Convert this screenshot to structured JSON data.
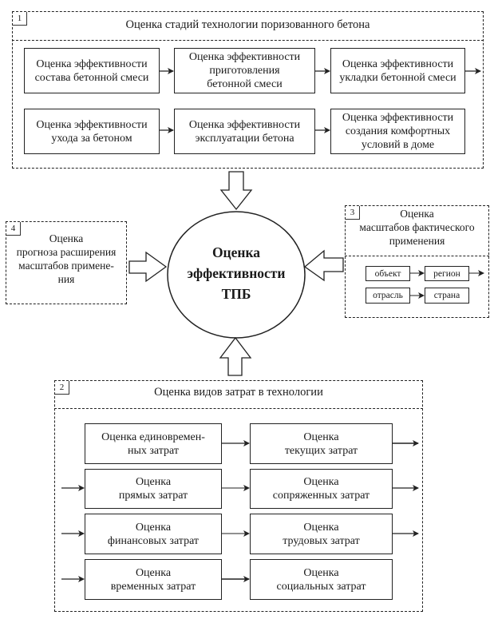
{
  "block1": {
    "number": "1",
    "title": "Оценка стадий технологии поризованного бетона",
    "row1": [
      "Оценка эффективности\nсостава бетонной смеси",
      "Оценка эффективности\nприготовления\nбетонной смеси",
      "Оценка эффективности\nукладки бетонной смеси"
    ],
    "row2": [
      "Оценка эффективности\nухода за бетоном",
      "Оценка эффективности\nэксплуатации бетона",
      "Оценка эффективности\nсоздания комфортных\nусловий в доме"
    ]
  },
  "center": {
    "label": "Оценка\nэффективности\nТПБ"
  },
  "block4": {
    "number": "4",
    "title": "Оценка\nпрогноза расширения\nмасштабов примене-\nния"
  },
  "block3": {
    "number": "3",
    "title": "Оценка\nмасштабов фактического\nприменения",
    "items": [
      "объект",
      "регион",
      "отрасль",
      "страна"
    ]
  },
  "block2": {
    "number": "2",
    "title": "Оценка видов затрат в технологии",
    "left": [
      "Оценка единовремен-\nных затрат",
      "Оценка\nпрямых затрат",
      "Оценка\nфинансовых затрат",
      "Оценка\nвременных затрат"
    ],
    "right": [
      "Оценка\nтекущих затрат",
      "Оценка\nсопряженных затрат",
      "Оценка\nтрудовых затрат",
      "Оценка\nсоциальных затрат"
    ]
  }
}
